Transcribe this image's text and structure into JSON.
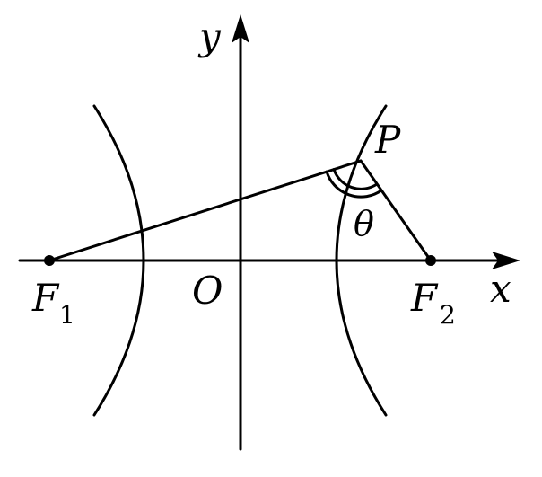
{
  "diagram": {
    "labels": {
      "y_axis": "y",
      "x_axis": "x",
      "origin": "O",
      "point_p": "P",
      "focus_1": "F",
      "focus_1_sub": "1",
      "focus_2": "F",
      "focus_2_sub": "2",
      "angle": "θ"
    },
    "colors": {
      "ink": "#000000",
      "background": "#ffffff"
    }
  }
}
